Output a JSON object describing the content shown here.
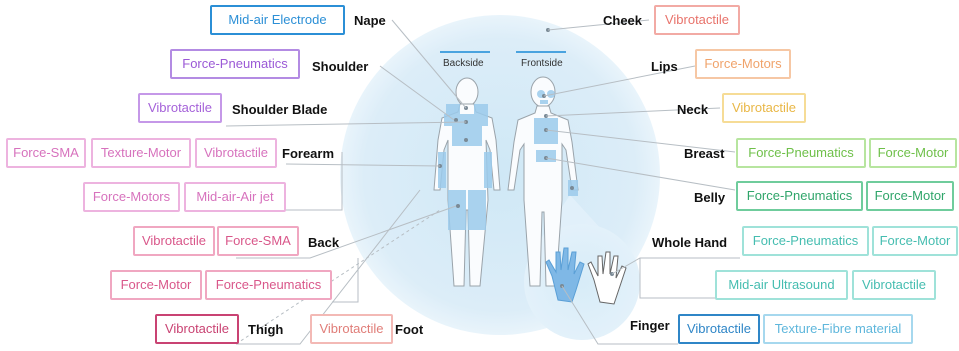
{
  "diagram": {
    "body_labels": {
      "backside": "Backside",
      "frontside": "Frontside"
    },
    "regions": [
      {
        "name": "Nape",
        "side": "left",
        "color": "#2b8fd6",
        "tags": [
          "Mid-air  Electrode"
        ]
      },
      {
        "name": "Shoulder",
        "side": "left",
        "color": "#9b59d6",
        "tags": [
          "Force-Pneumatics"
        ]
      },
      {
        "name": "Shoulder Blade",
        "side": "left",
        "color": "#b66fe0",
        "tags": [
          "Vibrotactile"
        ]
      },
      {
        "name": "Forearm",
        "side": "left",
        "color": "#e27fc9",
        "tags": [
          "Force-SMA",
          "Texture-Motor",
          "Vibrotactile",
          "Force-Motors",
          "Mid-air-Air jet"
        ]
      },
      {
        "name": "Back",
        "side": "left",
        "color": "#e5709c",
        "tags": [
          "Vibrotactile",
          "Force-SMA",
          "Force-Motor",
          "Force-Pneumatics"
        ]
      },
      {
        "name": "Thigh",
        "side": "left",
        "color": "#c94373",
        "tags": [
          "Vibrotactile"
        ]
      },
      {
        "name": "Foot",
        "side": "left",
        "color": "#e98a85",
        "tags": [
          "Vibrotactile"
        ]
      },
      {
        "name": "Cheek",
        "side": "right",
        "color": "#e8736b",
        "tags": [
          "Vibrotactile"
        ]
      },
      {
        "name": "Lips",
        "side": "right",
        "color": "#f0a36b",
        "tags": [
          "Force-Motors"
        ]
      },
      {
        "name": "Neck",
        "side": "right",
        "color": "#f2c75e",
        "tags": [
          "Vibrotactile"
        ]
      },
      {
        "name": "Breast",
        "side": "right",
        "color": "#8ed46a",
        "tags": [
          "Force-Pneumatics",
          "Force-Motor"
        ]
      },
      {
        "name": "Belly",
        "side": "right",
        "color": "#3fb57a",
        "tags": [
          "Force-Pneumatics",
          "Force-Motor"
        ]
      },
      {
        "name": "Whole Hand",
        "side": "right",
        "color": "#5fd0c2",
        "tags": [
          "Force-Pneumatics",
          "Force-Motor",
          "Mid-air  Ultrasound",
          "Vibrotactile"
        ]
      },
      {
        "name": "Finger",
        "side": "right",
        "color": "#2f86c7",
        "tags": [
          "Vibrotactile",
          "Texture-Fibre material"
        ]
      }
    ]
  }
}
